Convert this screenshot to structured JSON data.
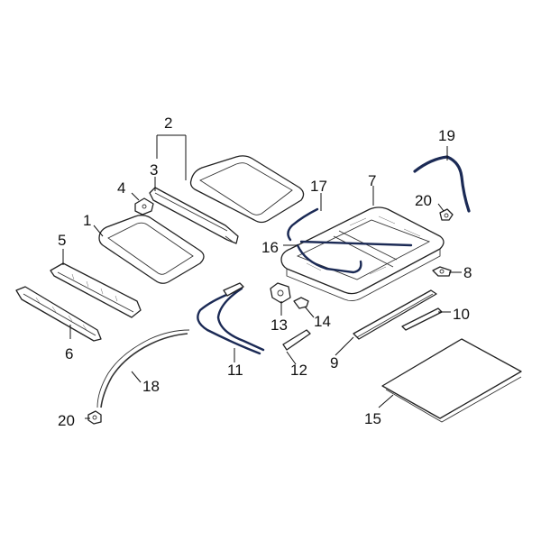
{
  "diagram": {
    "accent_color": "#1b2a55",
    "callouts": [
      "1",
      "2",
      "3",
      "4",
      "5",
      "6",
      "7",
      "8",
      "9",
      "10",
      "11",
      "12",
      "13",
      "14",
      "15",
      "16",
      "17",
      "18",
      "19",
      "20",
      "20"
    ]
  }
}
